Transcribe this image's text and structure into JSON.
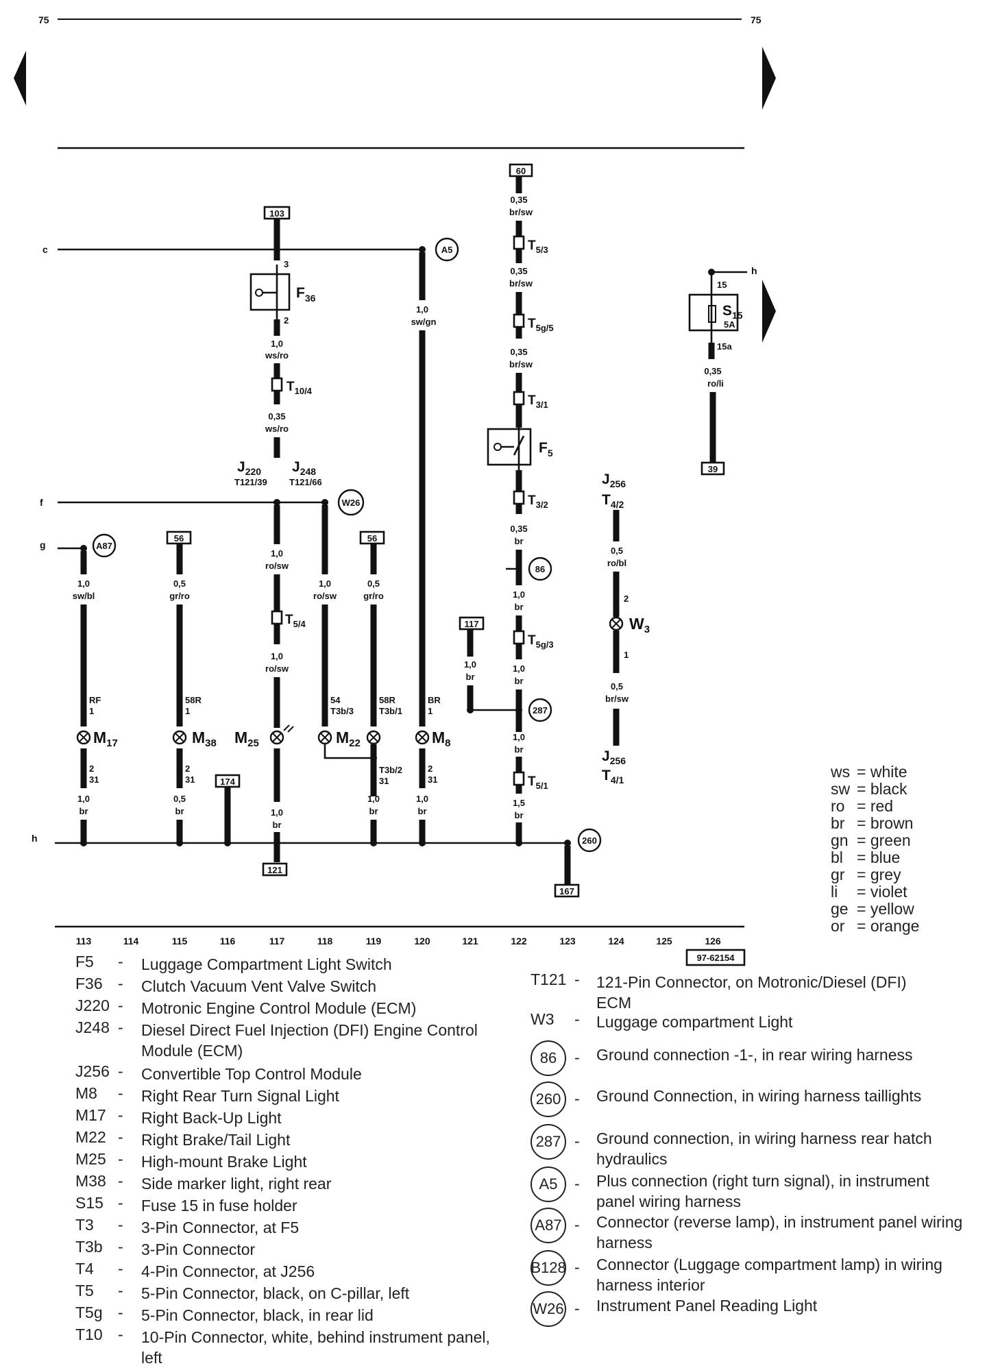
{
  "header": {
    "page_left": "75",
    "page_right": "75",
    "doc_number": "97-62154"
  },
  "grid_numbers": [
    "113",
    "114",
    "115",
    "116",
    "117",
    "118",
    "119",
    "120",
    "121",
    "122",
    "123",
    "124",
    "125",
    "126"
  ],
  "line_labels": {
    "c": "c",
    "f": "f",
    "g": "g",
    "h_left": "h",
    "h_right": "h"
  },
  "refs": {
    "r103": "103",
    "r60": "60",
    "r39": "39",
    "r56a": "56",
    "r56b": "56",
    "r117": "117",
    "r174": "174",
    "r121": "121",
    "r167": "167"
  },
  "ground_points": {
    "A5": "A5",
    "W26": "W26",
    "A87": "A87",
    "p86": "86",
    "p287": "287",
    "p260": "260"
  },
  "components": {
    "F36": {
      "main": "F",
      "sub": "36"
    },
    "F5": {
      "main": "F",
      "sub": "5"
    },
    "S15": {
      "main": "S",
      "sub": "15",
      "rating": "5A"
    },
    "W3": {
      "main": "W",
      "sub": "3"
    },
    "M17": {
      "main": "M",
      "sub": "17"
    },
    "M38": {
      "main": "M",
      "sub": "38"
    },
    "M25": {
      "main": "M",
      "sub": "25"
    },
    "M22": {
      "main": "M",
      "sub": "22"
    },
    "M8": {
      "main": "M",
      "sub": "8"
    },
    "J220": {
      "main": "J",
      "sub": "220",
      "pin": "T121/39"
    },
    "J248": {
      "main": "J",
      "sub": "248",
      "pin": "T121/66"
    },
    "J256_top": {
      "main": "J",
      "sub": "256",
      "conn_main": "T",
      "conn_sub": "4/2"
    },
    "J256_bot": {
      "main": "J",
      "sub": "256",
      "conn_main": "T",
      "conn_sub": "4/1"
    }
  },
  "connectors": {
    "T10_4": {
      "main": "T",
      "sub": "10/4"
    },
    "T5_3": {
      "main": "T",
      "sub": "5/3"
    },
    "T5g_5": {
      "main": "T",
      "sub": "5g/5"
    },
    "T3_1": {
      "main": "T",
      "sub": "3/1"
    },
    "T3_2": {
      "main": "T",
      "sub": "3/2"
    },
    "T5g_3": {
      "main": "T",
      "sub": "5g/3"
    },
    "T5_1": {
      "main": "T",
      "sub": "5/1"
    },
    "T5_4": {
      "main": "T",
      "sub": "5/4"
    }
  },
  "wire_labels": {
    "c117_top_pin": "3",
    "c117_f36_pin": "2",
    "c117_a_size": "1,0",
    "c117_a_col": "ws/ro",
    "c117_b_size": "0,35",
    "c117_b_col": "ws/ro",
    "c120_size": "1,0",
    "c120_col": "sw/gn",
    "c122_a_size": "0,35",
    "c122_a_col": "br/sw",
    "c122_b_size": "0,35",
    "c122_b_col": "br/sw",
    "c122_c_size": "0,35",
    "c122_c_col": "br/sw",
    "c122_d_size": "0,35",
    "c122_d_col": "br",
    "c122_e_size": "1,0",
    "c122_e_col": "br",
    "c122_f_size": "1,0",
    "c122_f_col": "br",
    "c122_g_size": "1,0",
    "c122_g_col": "br",
    "c122_h_size": "1,5",
    "c122_h_col": "br",
    "c121_size": "1,0",
    "c121_col": "br",
    "s15_in": "15",
    "s15_out": "15a",
    "s15_size": "0,35",
    "s15_col": "ro/li",
    "w3_top_size": "0,5",
    "w3_top_col": "ro/bl",
    "w3_pin2": "2",
    "w3_pin1": "1",
    "w3_bot_size": "0,5",
    "w3_bot_col": "br/sw",
    "m17_top_size": "1,0",
    "m17_top_col": "sw/bl",
    "m17_pin_a": "RF",
    "m17_pin_b": "1",
    "m17_pin_c": "2",
    "m17_pin_d": "31",
    "m17_bot_size": "1,0",
    "m17_bot_col": "br",
    "m38_top_size": "0,5",
    "m38_top_col": "gr/ro",
    "m38_pin_a": "58R",
    "m38_pin_b": "1",
    "m38_pin_c": "2",
    "m38_pin_d": "31",
    "m38_bot_size": "0,5",
    "m38_bot_col": "br",
    "m25_a_size": "1,0",
    "m25_a_col": "ro/sw",
    "m25_b_size": "1,0",
    "m25_b_col": "ro/sw",
    "m25_bot_size": "1,0",
    "m25_bot_col": "br",
    "m22l_size": "1,0",
    "m22l_col": "ro/sw",
    "m22l_pin_a": "54",
    "m22l_pin_b": "T3b/3",
    "m22r_size": "0,5",
    "m22r_col": "gr/ro",
    "m22r_pin_a": "58R",
    "m22r_pin_b": "T3b/1",
    "m22_bot_pin_a": "T3b/2",
    "m22_bot_pin_b": "31",
    "m22_bot_size": "1,0",
    "m22_bot_col": "br",
    "m8_pin_a": "BR",
    "m8_pin_b": "1",
    "m8_pin_c": "2",
    "m8_pin_d": "31",
    "m8_bot_size": "1,0",
    "m8_bot_col": "br"
  },
  "legend_left": [
    {
      "code": "F5",
      "desc": "Luggage Compartment Light Switch"
    },
    {
      "code": "F36",
      "desc": "Clutch Vacuum Vent Valve Switch"
    },
    {
      "code": "J220",
      "desc": "Motronic Engine Control Module (ECM)"
    },
    {
      "code": "J248",
      "desc": "Diesel Direct Fuel Injection (DFI) Engine Control Module (ECM)"
    },
    {
      "code": "J256",
      "desc": "Convertible Top Control Module"
    },
    {
      "code": "M8",
      "desc": "Right Rear Turn Signal Light"
    },
    {
      "code": "M17",
      "desc": "Right Back-Up Light"
    },
    {
      "code": "M22",
      "desc": "Right Brake/Tail Light"
    },
    {
      "code": "M25",
      "desc": "High-mount Brake Light"
    },
    {
      "code": "M38",
      "desc": "Side marker light, right rear"
    },
    {
      "code": "S15",
      "desc": "Fuse 15 in fuse holder"
    },
    {
      "code": "T3",
      "desc": "3-Pin Connector, at F5"
    },
    {
      "code": "T3b",
      "desc": "3-Pin Connector"
    },
    {
      "code": "T4",
      "desc": "4-Pin Connector, at J256"
    },
    {
      "code": "T5",
      "desc": "5-Pin Connector, black, on C-pillar, left"
    },
    {
      "code": "T5g",
      "desc": "5-Pin Connector, black, in rear lid"
    },
    {
      "code": "T10",
      "desc": "10-Pin Connector, white, behind instrument panel, left"
    }
  ],
  "legend_right_text": [
    {
      "code": "T121",
      "desc": "121-Pin Connector, on Motronic/Diesel (DFI) ECM"
    },
    {
      "code": "W3",
      "desc": "Luggage compartment Light"
    }
  ],
  "legend_right_circles": [
    {
      "code": "86",
      "desc": "Ground connection -1-, in rear wiring harness"
    },
    {
      "code": "260",
      "desc": "Ground Connection, in wiring harness taillights"
    },
    {
      "code": "287",
      "desc": "Ground connection, in wiring harness rear hatch hydraulics"
    },
    {
      "code": "A5",
      "desc": "Plus connection (right turn signal), in instrument panel wiring harness"
    },
    {
      "code": "A87",
      "desc": "Connector (reverse lamp), in instrument panel wiring harness"
    },
    {
      "code": "B128",
      "desc": "Connector (Luggage compartment lamp) in wiring harness interior"
    },
    {
      "code": "W26",
      "desc": "Instrument Panel Reading Light"
    }
  ],
  "dash": "-",
  "color_key": [
    {
      "abbr": "ws",
      "name": "white"
    },
    {
      "abbr": "sw",
      "name": "black"
    },
    {
      "abbr": "ro",
      "name": "red"
    },
    {
      "abbr": "br",
      "name": "brown"
    },
    {
      "abbr": "gn",
      "name": "green"
    },
    {
      "abbr": "bl",
      "name": "blue"
    },
    {
      "abbr": "gr",
      "name": "grey"
    },
    {
      "abbr": "li",
      "name": "violet"
    },
    {
      "abbr": "ge",
      "name": "yellow"
    },
    {
      "abbr": "or",
      "name": "orange"
    }
  ]
}
